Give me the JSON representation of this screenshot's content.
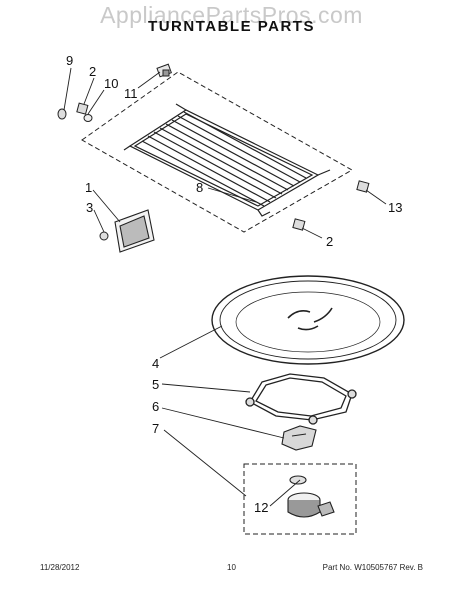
{
  "watermark": "AppliancePartsPros.com",
  "title": "TURNTABLE PARTS",
  "callouts": {
    "c9": "9",
    "c2a": "2",
    "c10": "10",
    "c11": "11",
    "c1": "1",
    "c3": "3",
    "c8": "8",
    "c13": "13",
    "c2b": "2",
    "c4": "4",
    "c5": "5",
    "c6": "6",
    "c7": "7",
    "c12": "12"
  },
  "footer": {
    "date": "11/28/2012",
    "page": "10",
    "part_no": "Part No. W10505767  Rev. B"
  }
}
